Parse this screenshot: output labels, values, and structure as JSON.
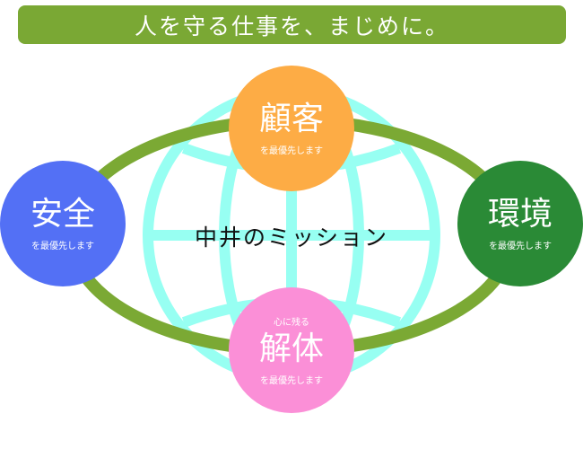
{
  "banner": {
    "text": "人を守る仕事を、まじめに。",
    "color": "#7aa834"
  },
  "center": {
    "title": "中井のミッション"
  },
  "globe": {
    "color": "#97fff2"
  },
  "orbit": {
    "color": "#7ba934"
  },
  "nodes": [
    {
      "id": "customer",
      "pre": "",
      "label": "顧客",
      "sub": "を最優先します",
      "color": "#fdac45"
    },
    {
      "id": "safety",
      "pre": "",
      "label": "安全",
      "sub": "を最優先します",
      "color": "#5370f5"
    },
    {
      "id": "environment",
      "pre": "",
      "label": "環境",
      "sub": "を最優先します",
      "color": "#2a8a36"
    },
    {
      "id": "demolition",
      "pre": "心に残る",
      "label": "解体",
      "sub": "を最優先します",
      "color": "#fb8fd7"
    }
  ]
}
